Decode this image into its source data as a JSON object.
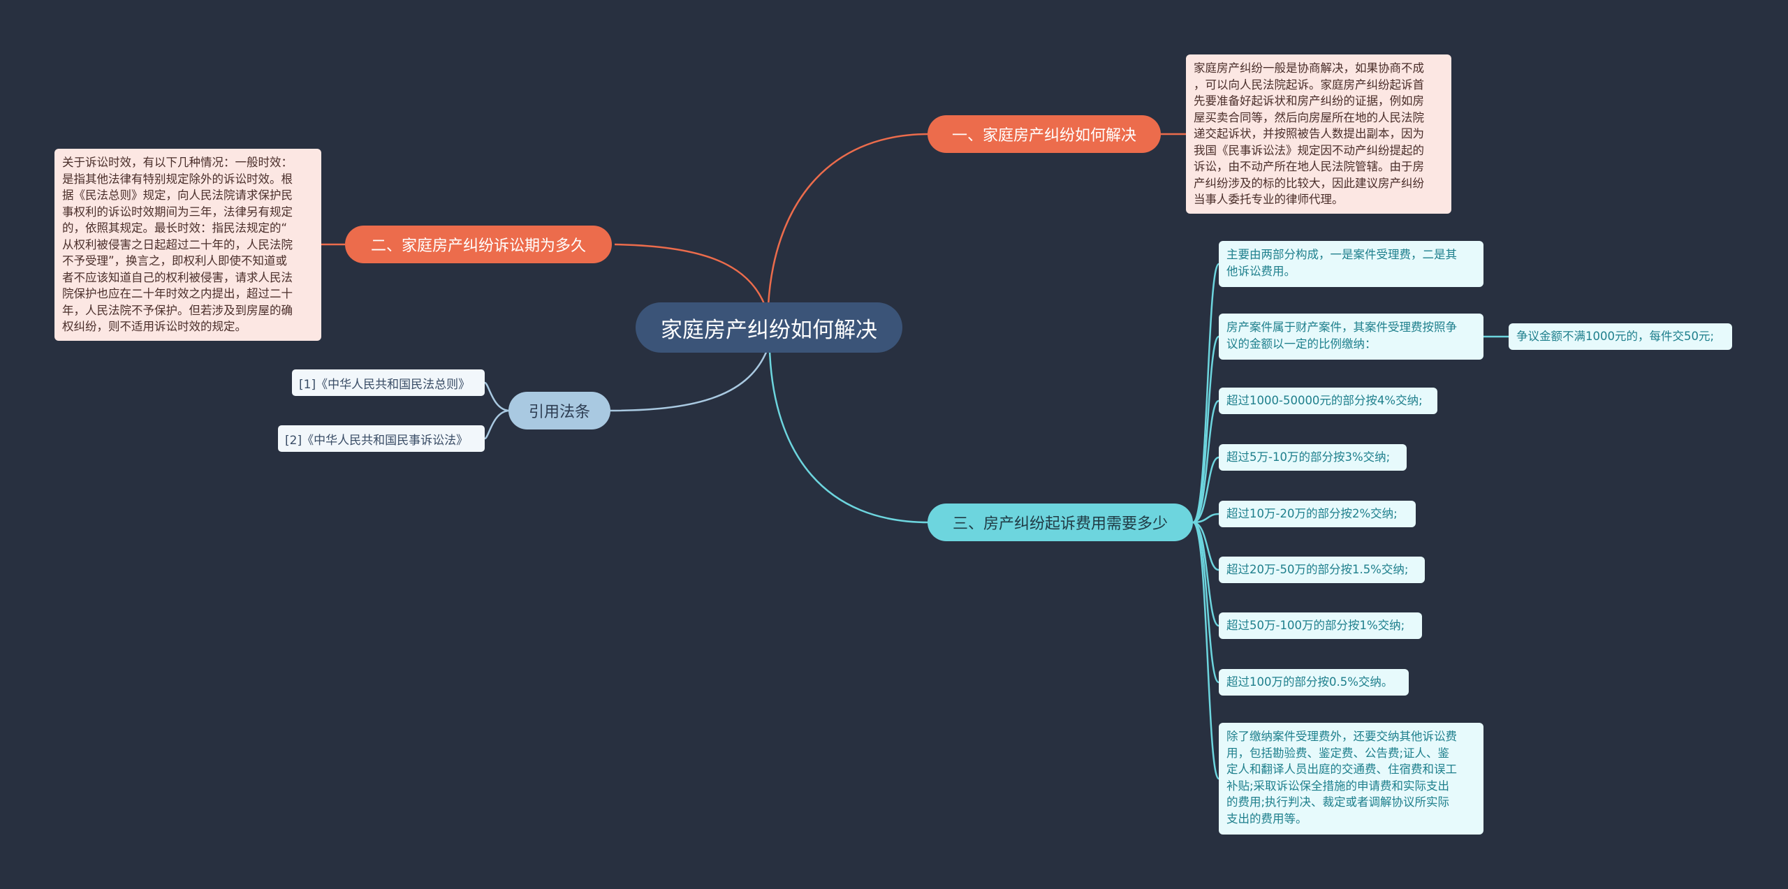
{
  "root": {
    "label": "家庭房产纠纷如何解决"
  },
  "branches": {
    "b1": {
      "label": "一、家庭房产纠纷如何解决",
      "note": "家庭房产纠纷一般是协商解决，如果协商不成\n，可以向人民法院起诉。家庭房产纠纷起诉首\n先要准备好起诉状和房产纠纷的证据，例如房\n屋买卖合同等，然后向房屋所在地的人民法院\n递交起诉状，并按照被告人数提出副本，因为\n我国《民事诉讼法》规定因不动产纠纷提起的\n诉讼，由不动产所在地人民法院管辖。由于房\n产纠纷涉及的标的比较大，因此建议房产纠纷\n当事人委托专业的律师代理。"
    },
    "b2": {
      "label": "二、家庭房产纠纷诉讼期为多久",
      "note": "关于诉讼时效，有以下几种情况：一般时效：\n是指其他法律有特别规定除外的诉讼时效。根\n据《民法总则》规定，向人民法院请求保护民\n事权利的诉讼时效期间为三年，法律另有规定\n的，依照其规定。最长时效：指民法规定的“\n从权利被侵害之日起超过二十年的，人民法院\n不予受理”，换言之，即权利人即使不知道或\n者不应该知道自己的权利被侵害，请求人民法\n院保护也应在二十年时效之内提出，超过二十\n年，人民法院不予保护。但若涉及到房屋的确\n权纠纷，则不适用诉讼时效的规定。"
    },
    "b3": {
      "label": "引用法条",
      "refs": [
        "[1]《中华人民共和国民法总则》",
        "[2]《中华人民共和国民事诉讼法》"
      ]
    },
    "b4": {
      "label": "三、房产纠纷起诉费用需要多少",
      "items": [
        "主要由两部分构成，一是案件受理费，二是其\n他诉讼费用。",
        "房产案件属于财产案件，其案件受理费按照争\n议的金额以一定的比例缴纳：",
        "超过1000-50000元的部分按4%交纳;",
        "超过5万-10万的部分按3%交纳;",
        "超过10万-20万的部分按2%交纳;",
        "超过20万-50万的部分按1.5%交纳;",
        "超过50万-100万的部分按1%交纳;",
        "超过100万的部分按0.5%交纳。",
        "除了缴纳案件受理费外，还要交纳其他诉讼费\n用，包括勘验费、鉴定费、公告费;证人、鉴\n定人和翻译人员出庭的交通费、住宿费和误工\n补贴;采取诉讼保全措施的申请费和实际支出\n的费用;执行判决、裁定或者调解协议所实际\n支出的费用等。"
      ],
      "sub_item": "争议金额不满1000元的，每件交50元;"
    }
  },
  "colors": {
    "background": "#283040",
    "root": "#3b5478",
    "orange": "#ec6c4c",
    "blue": "#a9c9e1",
    "cyan": "#6dd5de"
  }
}
